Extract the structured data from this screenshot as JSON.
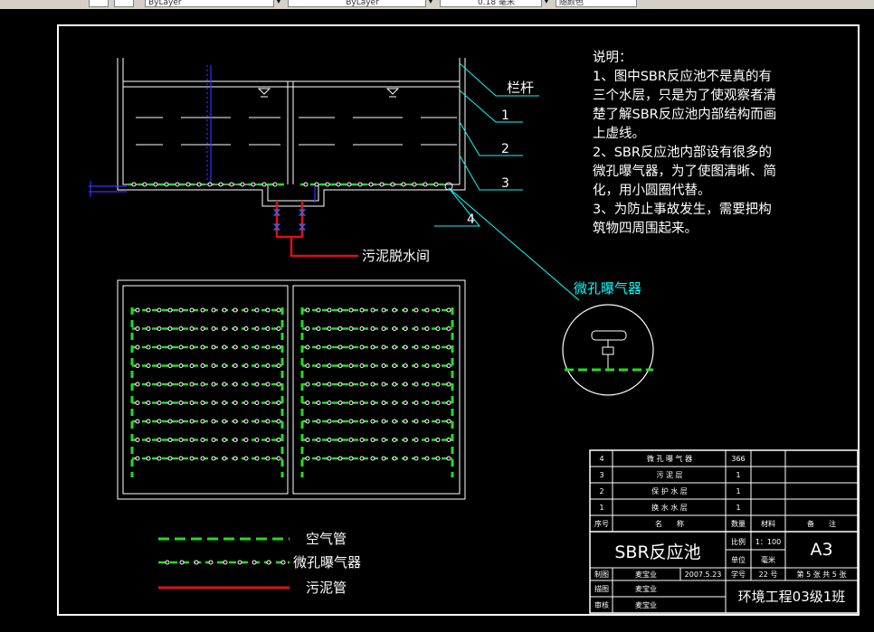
{
  "toolbar": {
    "color_value": "ByLayer",
    "linetype_value": "ByLayer",
    "lineweight_value": "0.18 毫米",
    "plotstyle_value": "随颜色"
  },
  "drawing": {
    "notes": {
      "title": "说明：",
      "lines": [
        "1、图中SBR反应池不是真的有",
        "三个水层，只是为了使观察者清",
        "楚了解SBR反应池内部结构而画",
        "上虚线。",
        "2、SBR反应池内部设有很多的",
        "微孔曝气器，为了使图清晰、简",
        "化，用小圆圈代替。",
        "3、为防止事故发生，需要把构",
        "筑物四周围起来。"
      ]
    },
    "callouts": {
      "railing": "栏杆",
      "c1": "1",
      "c2": "2",
      "c3": "3",
      "c4": "4",
      "sludge_room": "污泥脱水间",
      "aerator_detail": "微孔曝气器"
    },
    "legend": [
      {
        "label": "空气管",
        "kind": "air"
      },
      {
        "label": "微孔曝气器",
        "kind": "aerator"
      },
      {
        "label": "污泥管",
        "kind": "sludge"
      }
    ],
    "title_block": {
      "parts_rows": [
        {
          "no": "4",
          "name": "微 孔 曝 气 器",
          "qty": "366"
        },
        {
          "no": "3",
          "name": "污 泥 层",
          "qty": "1"
        },
        {
          "no": "2",
          "name": "保 护 水 层",
          "qty": "1"
        },
        {
          "no": "1",
          "name": "换 水 水 层",
          "qty": "1"
        }
      ],
      "headers": {
        "no": "序号",
        "name": "名　　称",
        "qty": "数量",
        "material": "材料",
        "remark": "备　　注"
      },
      "drawing_title": "SBR反应池",
      "scale_label": "比例",
      "scale_value": "1：100",
      "unit_label": "单位",
      "unit_value": "毫米",
      "sheet_size": "A3",
      "drawn_label": "制图",
      "drawn_by": "麦宝业",
      "date": "2007.5.23",
      "student_no_label": "学号",
      "student_no": "22 号",
      "sheet_info": "第 5 张  共 5 张",
      "designed_label": "描图",
      "designed_by": "麦宝业",
      "checked_label": "审核",
      "checked_by": "麦宝业",
      "class_name": "环境工程03级1班"
    }
  },
  "colors": {
    "background": "#000000",
    "line_white": "#ffffff",
    "air_pipe": "#22dd22",
    "sludge_pipe": "#dd1111",
    "water_pipe": "#2222ff",
    "callout_cyan": "#00ffff"
  }
}
